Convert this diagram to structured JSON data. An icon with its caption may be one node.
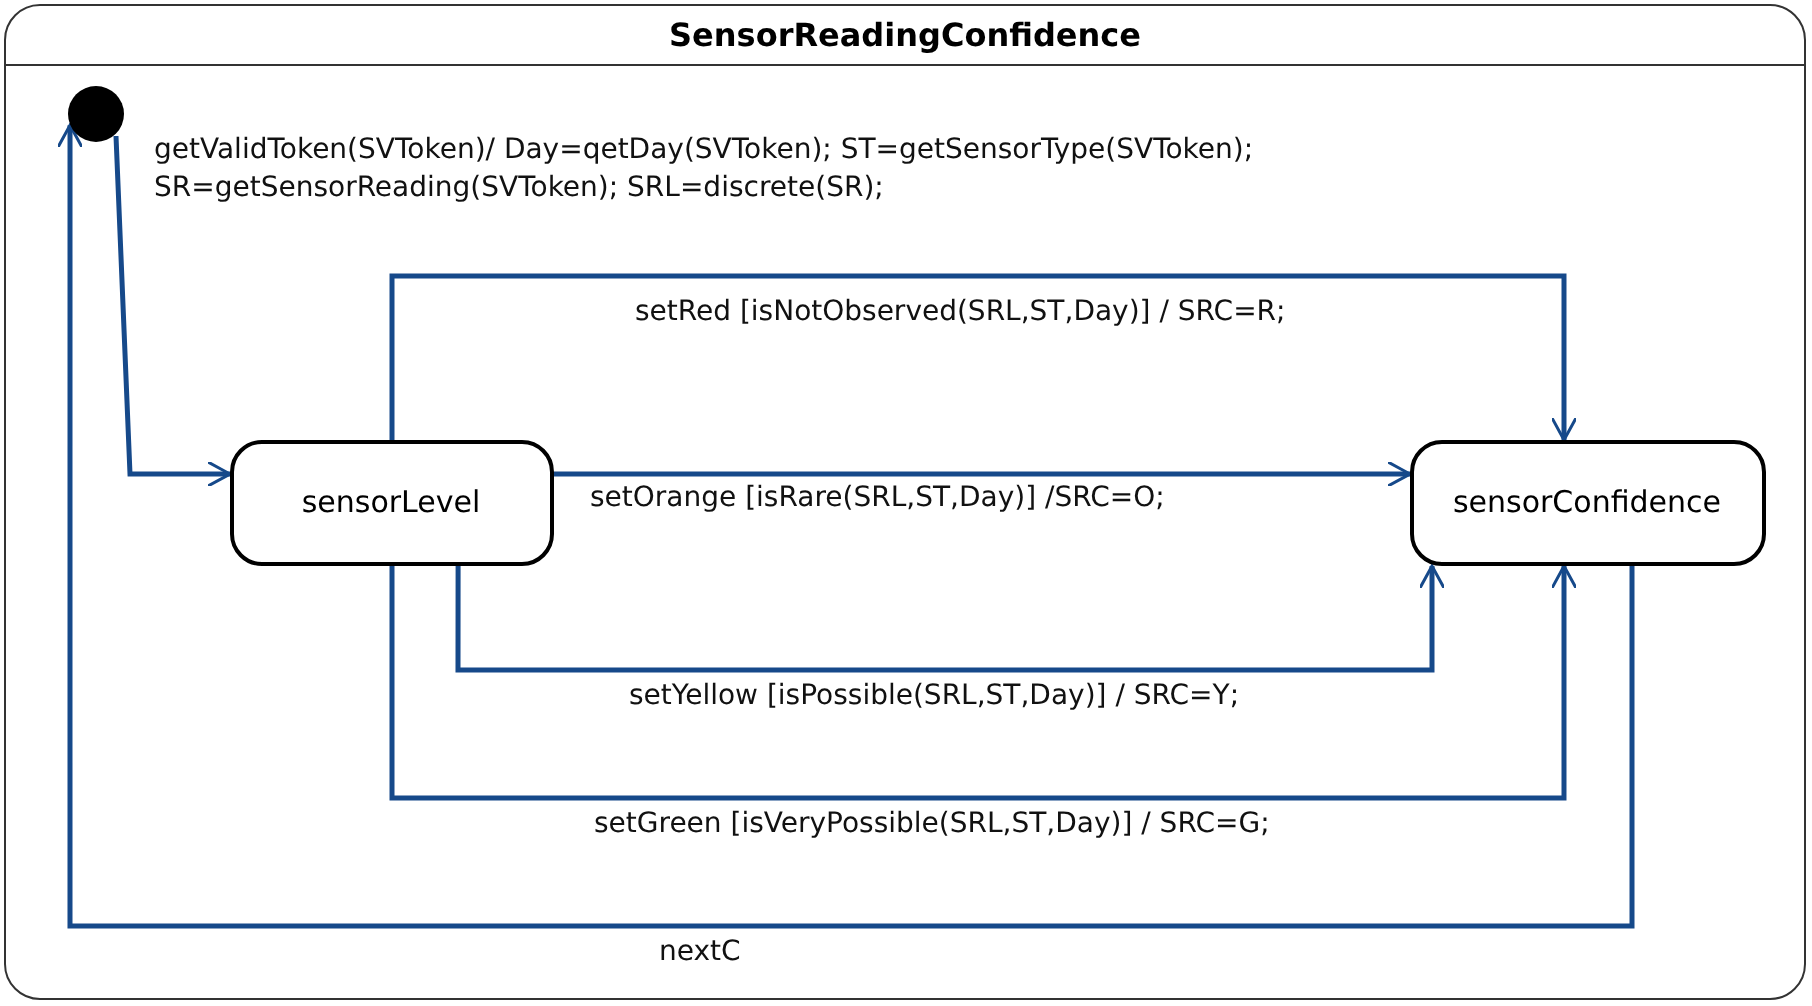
{
  "diagram": {
    "nodes": [
      {
        "text": [
          "SensorReadingConfidence"
        ]
      },
      {
        "text": [],
        "shape": "circle",
        "in": 0
      },
      {
        "text": [
          "sensorLevel"
        ],
        "in": 0
      },
      {
        "text": [
          "sensorConfidence"
        ],
        "in": 0
      }
    ],
    "edges": [
      {
        "from": 1,
        "to": 2,
        "arrow": "to",
        "label": "getValidToken(SVToken)/ Day=qetDay(SVToken); ST=getSensorType(SVToken); SR=getSensorReading(SVToken); SRL=discrete(SR);"
      },
      {
        "from": 2,
        "to": 3,
        "arrow": "to",
        "label": "setRed [isNotObserved(SRL,ST,Day)] / SRC=R;"
      },
      {
        "from": 2,
        "to": 3,
        "arrow": "to",
        "label": "setOrange [isRare(SRL,ST,Day)] /SRC=O;"
      },
      {
        "from": 2,
        "to": 3,
        "arrow": "to",
        "label": "setYellow [isPossible(SRL,ST,Day)] / SRC=Y;"
      },
      {
        "from": 2,
        "to": 3,
        "arrow": "to",
        "label": "setGreen [isVeryPossible(SRL,ST,Day)] / SRC=G;"
      },
      {
        "from": 3,
        "to": 1,
        "arrow": "to",
        "label": "nextC"
      }
    ]
  }
}
